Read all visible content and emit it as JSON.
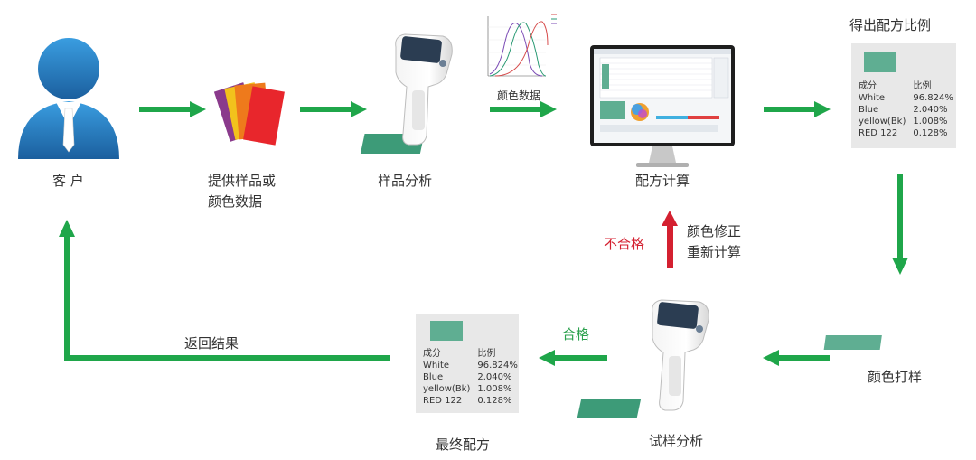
{
  "nodes": {
    "customer": "客 户",
    "provide_line1": "提供样品或",
    "provide_line2": "颜色数据",
    "sample_analysis": "样品分析",
    "color_data": "颜色数据",
    "formula_calc": "配方计算",
    "get_ratio": "得出配方比例",
    "color_sample": "颜色打样",
    "trial_analysis": "试样分析",
    "final_formula": "最终配方",
    "return_result": "返回结果",
    "qualified": "合格",
    "unqualified": "不合格",
    "correction_line1": "颜色修正",
    "correction_line2": "重新计算"
  },
  "formula_card": {
    "header_name": "成分",
    "header_ratio": "比例",
    "rows": [
      {
        "name": "White",
        "ratio": "96.824%"
      },
      {
        "name": "Blue",
        "ratio": "2.040%"
      },
      {
        "name": "yellow(Bk)",
        "ratio": "1.008%"
      },
      {
        "name": "RED 122",
        "ratio": "0.128%"
      }
    ]
  },
  "colors": {
    "arrow_green": "#1fa64a",
    "arrow_red": "#d42030",
    "swatch": "#5fae92",
    "person_blue": "#2f8fd6"
  }
}
